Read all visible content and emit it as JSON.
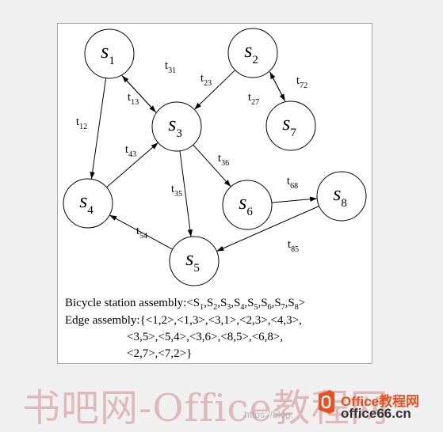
{
  "nodes": [
    {
      "id": "1",
      "label": "s",
      "sub": "1"
    },
    {
      "id": "2",
      "label": "s",
      "sub": "2"
    },
    {
      "id": "3",
      "label": "s",
      "sub": "3"
    },
    {
      "id": "4",
      "label": "s",
      "sub": "4"
    },
    {
      "id": "5",
      "label": "s",
      "sub": "5"
    },
    {
      "id": "6",
      "label": "s",
      "sub": "6"
    },
    {
      "id": "7",
      "label": "s",
      "sub": "7"
    },
    {
      "id": "8",
      "label": "s",
      "sub": "8"
    }
  ],
  "edges": [
    {
      "from": "3",
      "to": "1",
      "label": "t",
      "sub": "31"
    },
    {
      "from": "1",
      "to": "3",
      "label": "t",
      "sub": "13"
    },
    {
      "from": "1",
      "to": "4",
      "label": "t",
      "sub": "12"
    },
    {
      "from": "2",
      "to": "3",
      "label": "t",
      "sub": "23"
    },
    {
      "from": "2",
      "to": "7",
      "label": "t",
      "sub": "27"
    },
    {
      "from": "7",
      "to": "2",
      "label": "t",
      "sub": "72"
    },
    {
      "from": "4",
      "to": "3",
      "label": "t",
      "sub": "43"
    },
    {
      "from": "3",
      "to": "6",
      "label": "t",
      "sub": "36"
    },
    {
      "from": "3",
      "to": "5",
      "label": "t",
      "sub": "35"
    },
    {
      "from": "6",
      "to": "8",
      "label": "t",
      "sub": "68"
    },
    {
      "from": "5",
      "to": "4",
      "label": "t",
      "sub": "54"
    },
    {
      "from": "8",
      "to": "5",
      "label": "t",
      "sub": "85"
    }
  ],
  "legend": {
    "station_prefix": "Bicycle station assembly:<",
    "station_items": [
      {
        "t": "S",
        "s": "1"
      },
      {
        "t": "S",
        "s": "2"
      },
      {
        "t": "S",
        "s": "3"
      },
      {
        "t": "S",
        "s": "4"
      },
      {
        "t": "S",
        "s": "5"
      },
      {
        "t": "S",
        "s": "6"
      },
      {
        "t": "S",
        "s": "7"
      },
      {
        "t": "S",
        "s": "8"
      }
    ],
    "station_suffix": ">",
    "edge_line1": "Edge assembly:{<1,2>,<1,3>,<3,1>,<2,3>,<4,3>,",
    "edge_line2": "<3,5>,<5,4>,<3,6>,<8,5>,<6,8>,",
    "edge_line3": "<2,7>,<7,2>}"
  },
  "watermark": {
    "main": "书吧网-Office教程网",
    "sub": "https://blog.",
    "logo_line1": "Office教程网",
    "logo_line2": "office66.cn"
  }
}
